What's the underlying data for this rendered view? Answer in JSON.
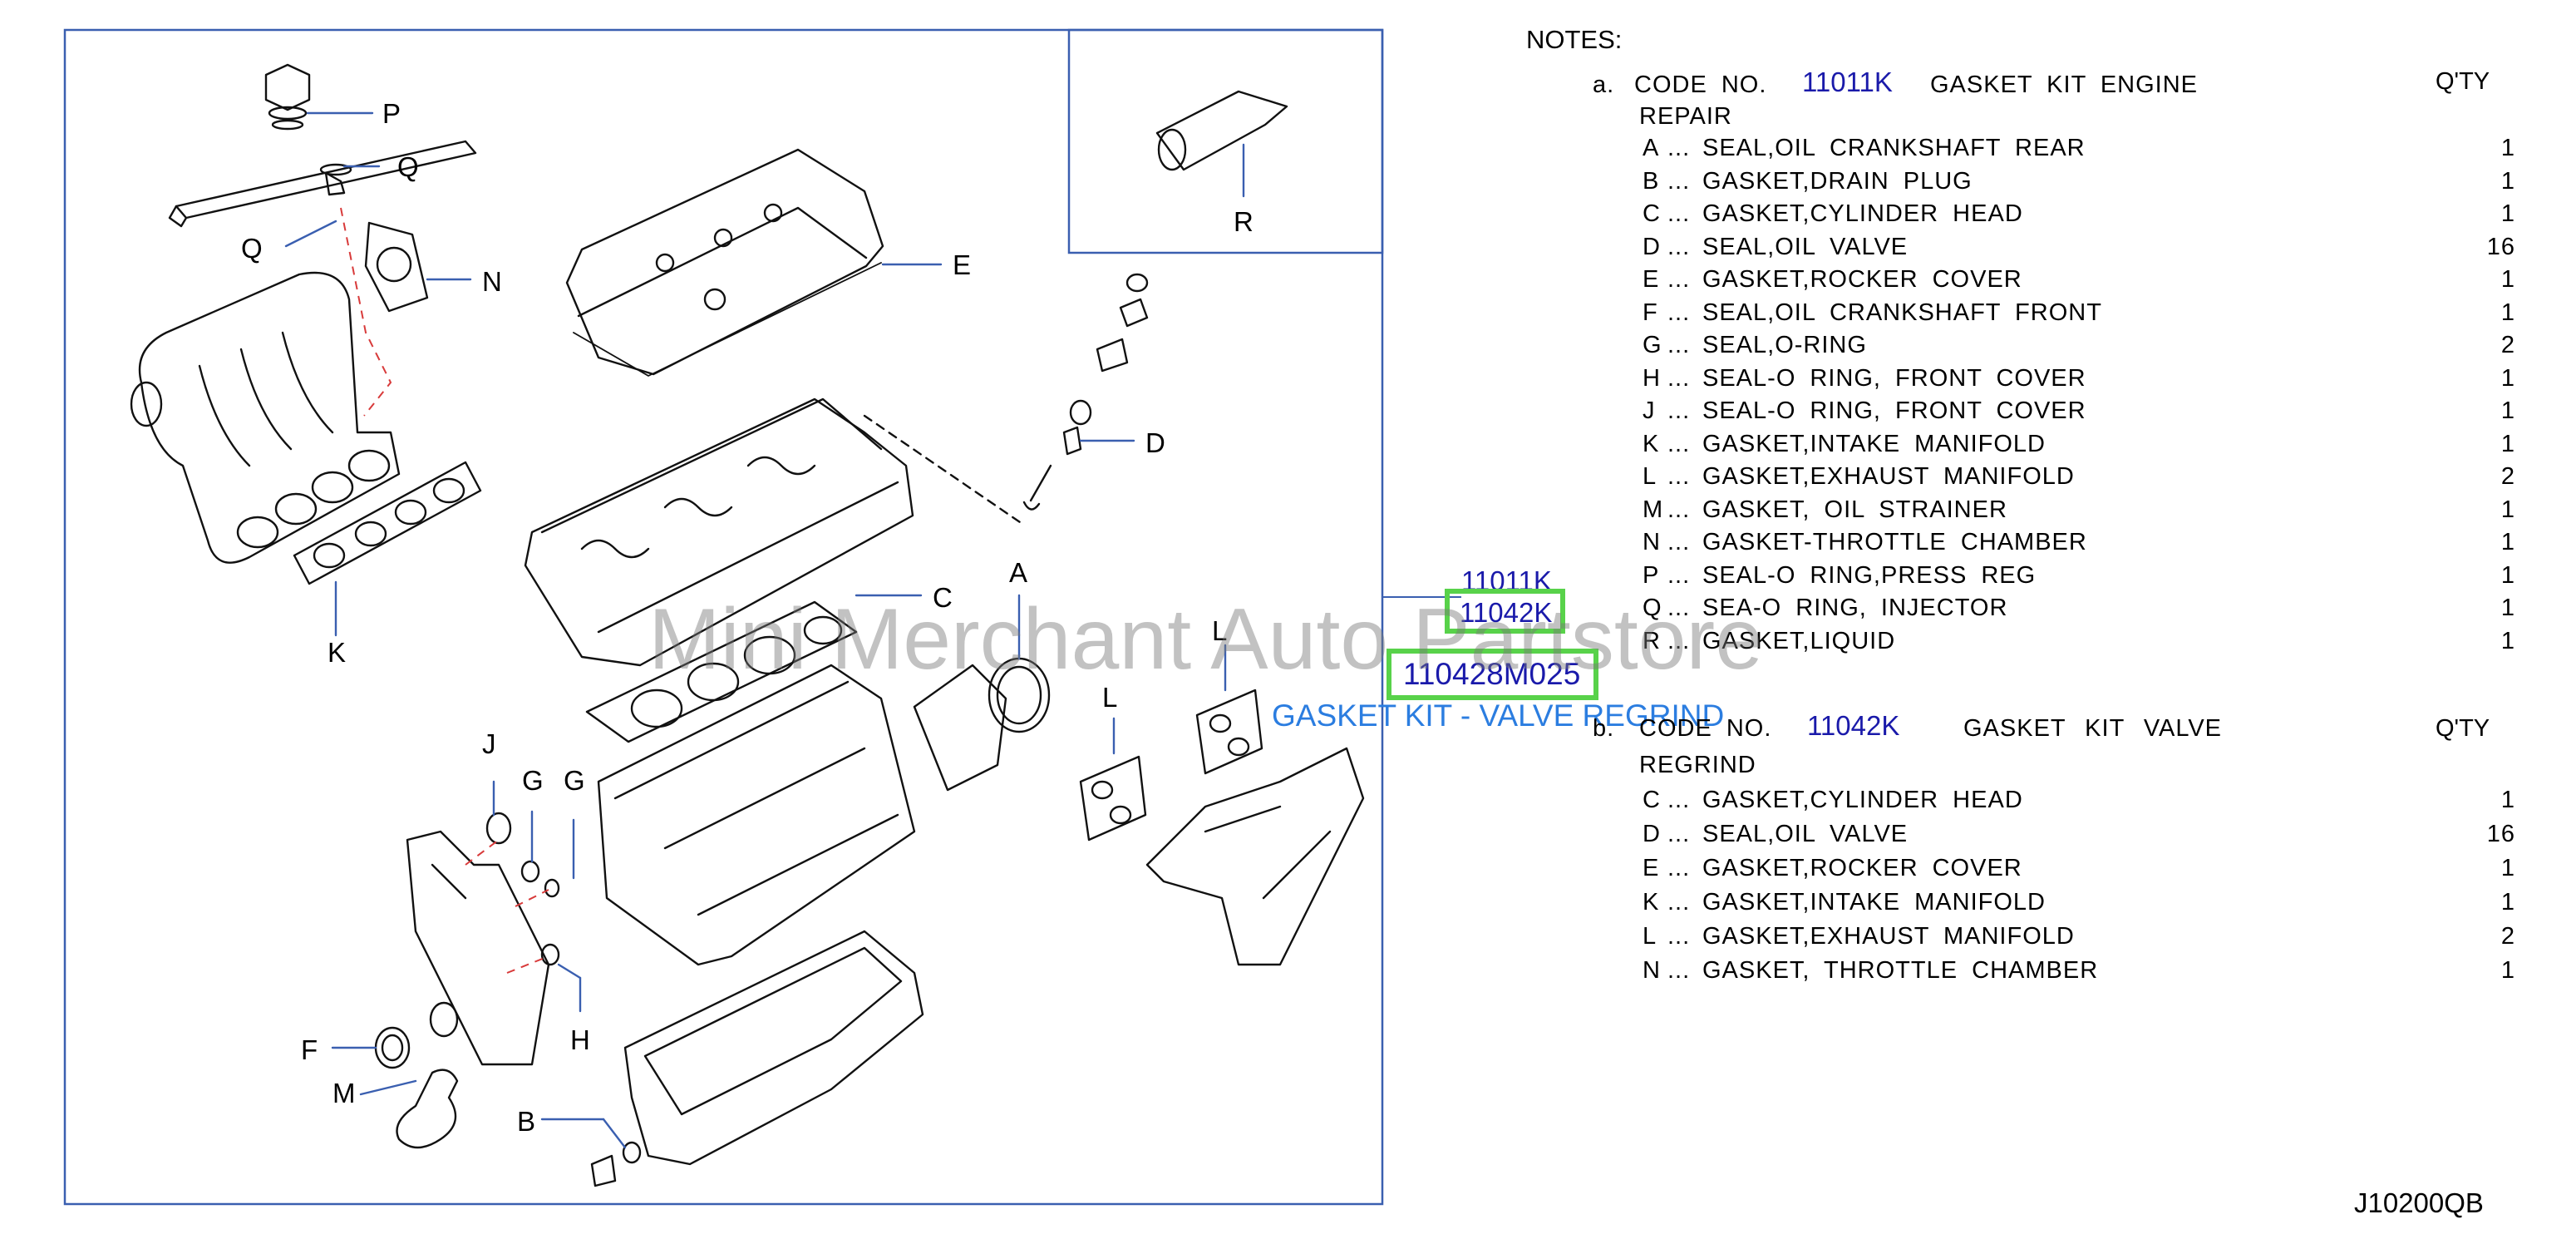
{
  "notes_title": "NOTES:",
  "kit_a": {
    "marker": "a.",
    "prefix": "CODE  NO.",
    "code": "11011K",
    "title": "GASKET  KIT  ENGINE",
    "title_line2": "REPAIR",
    "qty_header": "Q'TY",
    "items": [
      {
        "letter": "A",
        "desc": "SEAL,OIL  CRANKSHAFT  REAR",
        "qty": "1"
      },
      {
        "letter": "B",
        "desc": "GASKET,DRAIN  PLUG",
        "qty": "1"
      },
      {
        "letter": "C",
        "desc": "GASKET,CYLINDER  HEAD",
        "qty": "1"
      },
      {
        "letter": "D",
        "desc": "SEAL,OIL  VALVE",
        "qty": "16"
      },
      {
        "letter": "E",
        "desc": "GASKET,ROCKER  COVER",
        "qty": "1"
      },
      {
        "letter": "F",
        "desc": "SEAL,OIL  CRANKSHAFT  FRONT",
        "qty": "1"
      },
      {
        "letter": "G",
        "desc": "SEAL,O-RING",
        "qty": "2"
      },
      {
        "letter": "H",
        "desc": "SEAL-O  RING,  FRONT  COVER",
        "qty": "1"
      },
      {
        "letter": "J",
        "desc": "SEAL-O  RING,  FRONT  COVER",
        "qty": "1"
      },
      {
        "letter": "K",
        "desc": "GASKET,INTAKE  MANIFOLD",
        "qty": "1"
      },
      {
        "letter": "L",
        "desc": "GASKET,EXHAUST  MANIFOLD",
        "qty": "2"
      },
      {
        "letter": "M",
        "desc": "GASKET,  OIL  STRAINER",
        "qty": "1"
      },
      {
        "letter": "N",
        "desc": "GASKET-THROTTLE  CHAMBER",
        "qty": "1"
      },
      {
        "letter": "P",
        "desc": "SEAL-O  RING,PRESS  REG",
        "qty": "1"
      },
      {
        "letter": "Q",
        "desc": "SEA-O  RING,  INJECTOR",
        "qty": "1"
      },
      {
        "letter": "R",
        "desc": "GASKET,LIQUID",
        "qty": "1"
      }
    ]
  },
  "kit_b": {
    "marker": "b.",
    "prefix": "CODE  NO.",
    "code": "11042K",
    "title": "GASKET  KIT  VALVE",
    "title_line2": "REGRIND",
    "qty_header": "Q'TY",
    "items": [
      {
        "letter": "C",
        "desc": "GASKET,CYLINDER  HEAD",
        "qty": "1"
      },
      {
        "letter": "D",
        "desc": "SEAL,OIL  VALVE",
        "qty": "16"
      },
      {
        "letter": "E",
        "desc": "GASKET,ROCKER  COVER",
        "qty": "1"
      },
      {
        "letter": "K",
        "desc": "GASKET,INTAKE  MANIFOLD",
        "qty": "1"
      },
      {
        "letter": "L",
        "desc": "GASKET,EXHAUST  MANIFOLD",
        "qty": "2"
      },
      {
        "letter": "N",
        "desc": "GASKET,  THROTTLE  CHAMBER",
        "qty": "1"
      }
    ]
  },
  "leader_separator": "...",
  "callouts": {
    "kit1": "11011K",
    "kit2": "11042K",
    "part_number": "110428M025",
    "kit_description": "GASKET KIT - VALVE REGRIND"
  },
  "watermark": "Mini Merchant Auto Partstore",
  "figure_id": "J10200QB",
  "diagram_labels": [
    "P",
    "Q",
    "Q",
    "N",
    "E",
    "R",
    "D",
    "C",
    "A",
    "L",
    "L",
    "J",
    "G",
    "G",
    "K",
    "H",
    "F",
    "M",
    "B"
  ],
  "colors": {
    "frame": "#3a5fb0",
    "code_blue": "#1a1aaa",
    "desc_blue": "#2b7de0",
    "highlight": "#58d24a",
    "dash_red": "#d83a3a"
  }
}
